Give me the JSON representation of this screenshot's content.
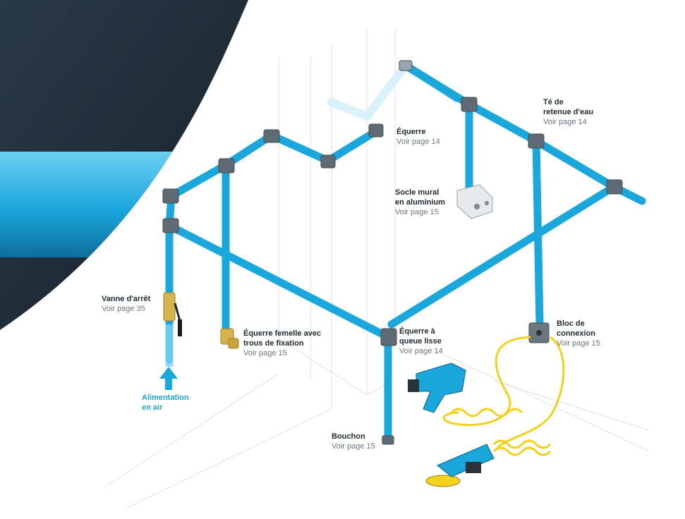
{
  "colors": {
    "pipe": "#1aa7dc",
    "pipe_outline": "#0f5f86",
    "fitting": "#5f6b74",
    "hose": "#f2d21a",
    "brass": "#d7b44a",
    "tool": "#1aa7dc",
    "dark_panel": "#1c2a37"
  },
  "labels": {
    "te": {
      "title_line1": "Té de",
      "title_line2": "retenue d'eau",
      "page": "Voir page 14"
    },
    "equerre": {
      "title": "Équerre",
      "page": "Voir page 14"
    },
    "socle": {
      "title_line1": "Socle mural",
      "title_line2": "en aluminium",
      "page": "Voir page 15"
    },
    "vanne": {
      "title": "Vanne d'arrêt",
      "page": "Voir page 35"
    },
    "equerre_femelle": {
      "title_line1": "Équerre femelle avec",
      "title_line2": "trous de fixation",
      "page": "Voir page 15"
    },
    "equerre_queue": {
      "title_line1": "Équerre à",
      "title_line2": "queue lisse",
      "page": "Voir page 14"
    },
    "bloc": {
      "title_line1": "Bloc de",
      "title_line2": "connexion",
      "page": "Voir page 15"
    },
    "alimentation": {
      "line1": "Alimentation",
      "line2": "en air"
    },
    "bouchon": {
      "title": "Bouchon",
      "page": "Voir page 15"
    }
  }
}
